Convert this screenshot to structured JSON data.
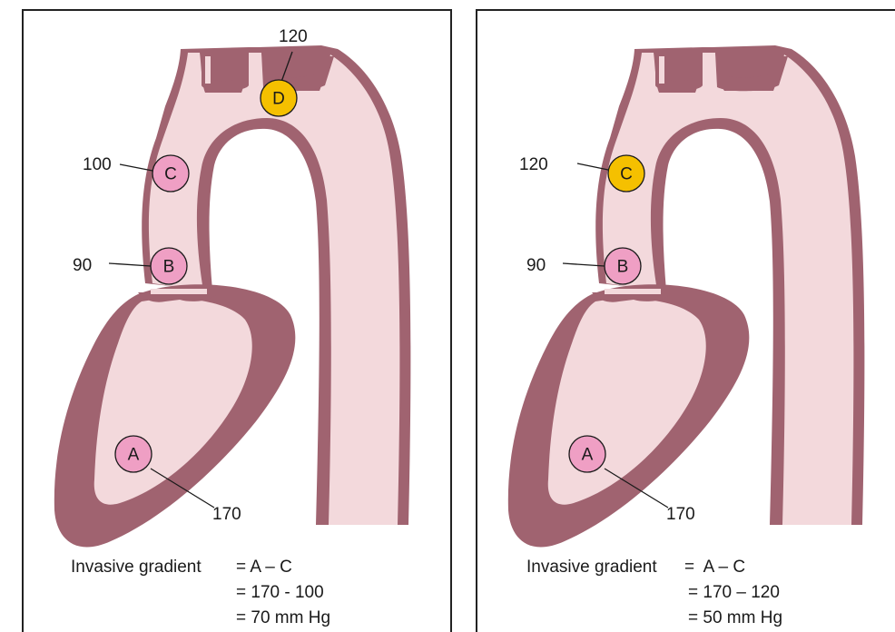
{
  "colors": {
    "wall": "#a06370",
    "lumen": "#f3d9dc",
    "node_pink": "#ef9fc4",
    "node_gold": "#f5c000"
  },
  "left": {
    "nodes": {
      "A": "A",
      "B": "B",
      "C": "C",
      "D": "D"
    },
    "pressures": {
      "D": "120",
      "C": "100",
      "B": "90",
      "A": "170"
    },
    "formula": {
      "label": "Invasive gradient",
      "line1": "= A – C",
      "line2": "= 170 - 100",
      "line3": "= 70 mm Hg"
    }
  },
  "right": {
    "nodes": {
      "A": "A",
      "B": "B",
      "C": "C"
    },
    "pressures": {
      "C": "120",
      "B": "90",
      "A": "170"
    },
    "formula": {
      "label": "Invasive gradient",
      "line1": "=  A – C",
      "line2": "= 170 – 120",
      "line3": "= 50 mm Hg"
    }
  }
}
